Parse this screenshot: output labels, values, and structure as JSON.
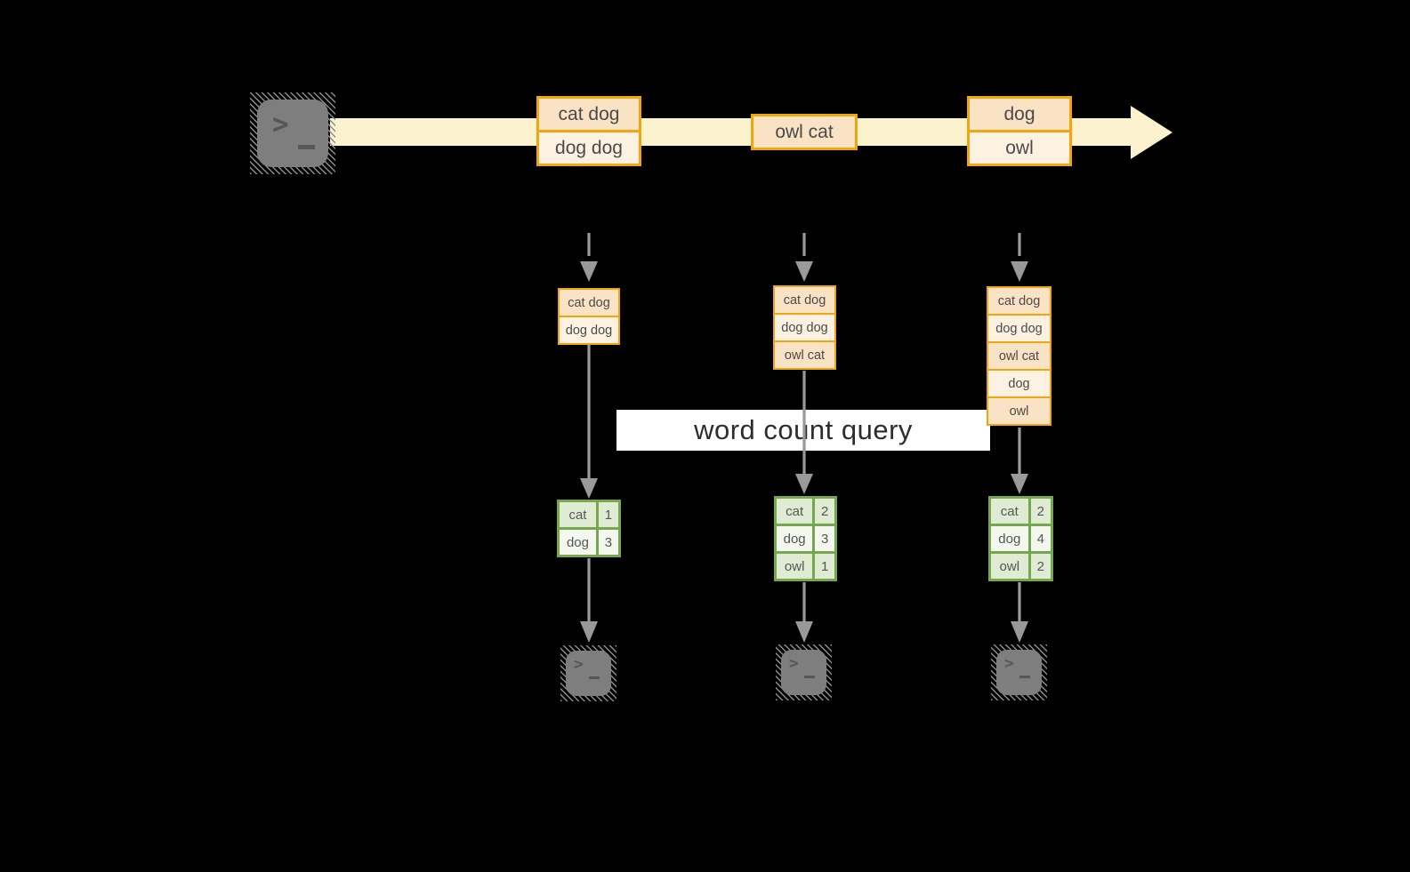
{
  "query": {
    "label": "word count query"
  },
  "icons": {
    "terminal_prompt_chevron": ">",
    "producer_terminal": "terminal-icon",
    "consumer_terminal": "terminal-icon"
  },
  "stream": {
    "batches": [
      {
        "lines": [
          "cat dog",
          "dog dog"
        ]
      },
      {
        "lines": [
          "owl cat"
        ]
      },
      {
        "lines": [
          "dog",
          "owl"
        ]
      }
    ]
  },
  "columns": [
    {
      "input_lines": [
        "cat dog",
        "dog dog"
      ],
      "counts": [
        {
          "word": "cat",
          "count": "1"
        },
        {
          "word": "dog",
          "count": "3"
        }
      ]
    },
    {
      "input_lines": [
        "cat dog",
        "dog dog",
        "owl cat"
      ],
      "counts": [
        {
          "word": "cat",
          "count": "2"
        },
        {
          "word": "dog",
          "count": "3"
        },
        {
          "word": "owl",
          "count": "1"
        }
      ]
    },
    {
      "input_lines": [
        "cat dog",
        "dog dog",
        "owl cat",
        "dog",
        "owl"
      ],
      "counts": [
        {
          "word": "cat",
          "count": "2"
        },
        {
          "word": "dog",
          "count": "4"
        },
        {
          "word": "owl",
          "count": "2"
        }
      ]
    }
  ],
  "colors": {
    "background": "#000000",
    "stream_arrow": "#FCF2CE",
    "orange_border": "#F1A60E",
    "orange_fill_dark": "#FAE2C5",
    "orange_fill_light": "#FDF2E2",
    "green_border": "#74A74F",
    "green_fill_dark": "#DFEBD3",
    "green_fill_light": "#F3F7EE",
    "arrow_gray": "#999999",
    "terminal_gray": "#7E7E7E",
    "query_band": "#FFFFFF"
  }
}
